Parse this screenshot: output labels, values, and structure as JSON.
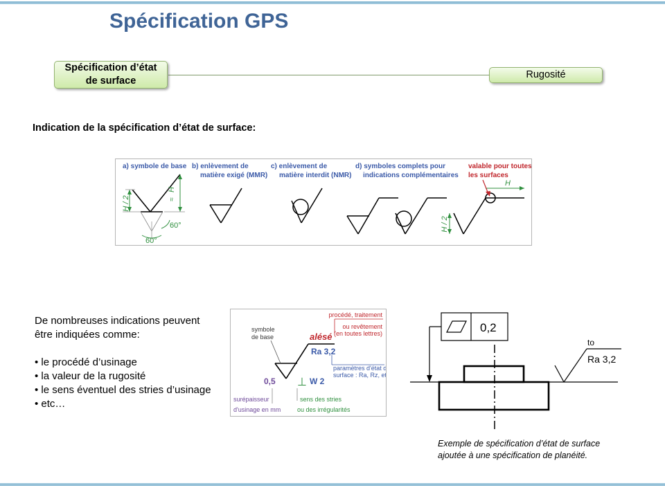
{
  "title": "Spécification GPS",
  "nav": {
    "left_line1": "Spécification d’état",
    "left_line2": "de surface",
    "right": "Rugosité"
  },
  "heading": "Indication de la spécification d’état de surface:",
  "symbols_figure": {
    "a_label": "a) symbole de base",
    "b_label_1": "b) enlèvement de",
    "b_label_2": "matière exigé (MMR)",
    "c_label_1": "c) enlèvement de",
    "c_label_2": "matière interdit (NMR)",
    "d_label_1": "d) symboles complets pour",
    "d_label_2": "indications complémentaires",
    "e_label_1": "valable pour toutes",
    "e_label_2": "les surfaces",
    "h_half": "H / 2",
    "h": "H",
    "approx": "≈",
    "angle_1": "60°",
    "angle_2": "60°"
  },
  "intro": {
    "line1": "De nombreuses indications peuvent",
    "line2": "être indiquées comme:"
  },
  "bullets": [
    "le procédé d’usinage",
    "la valeur de la rugosité",
    "le sens éventuel des stries d’usinage",
    "etc…"
  ],
  "callout_figure": {
    "symbole_1": "symbole",
    "symbole_2": "de base",
    "procede": "procédé, traitement",
    "revetement_1": "ou revêtement",
    "revetement_2": "(en toutes lettres)",
    "alese": "alésé",
    "ra": "Ra 3,2",
    "param_1": "paramètres d'état de",
    "param_2": "surface : Ra, Rz, etc.",
    "surepaisseur_value": "0,5",
    "stries_value": "W 2",
    "surepaisseur_1": "surépaisseur",
    "surepaisseur_2": "d'usinage en mm",
    "stries_1": "sens des stries",
    "stries_2": "ou des irrégularités",
    "perp": "⊥"
  },
  "drawing": {
    "tolerance": "0,2",
    "to_label": "to",
    "ra": "Ra 3,2"
  },
  "caption": {
    "line1": "Exemple de spécification d’état de surface",
    "line2": "ajoutée à une spécification de planéité."
  },
  "colors": {
    "title": "#3f6496",
    "figure_blue": "#3b5aa8",
    "figure_red": "#c0262c",
    "figure_green": "#2f8f3e",
    "figure_purple": "#6e4a9a",
    "pill_fill": "#d8efbc"
  }
}
